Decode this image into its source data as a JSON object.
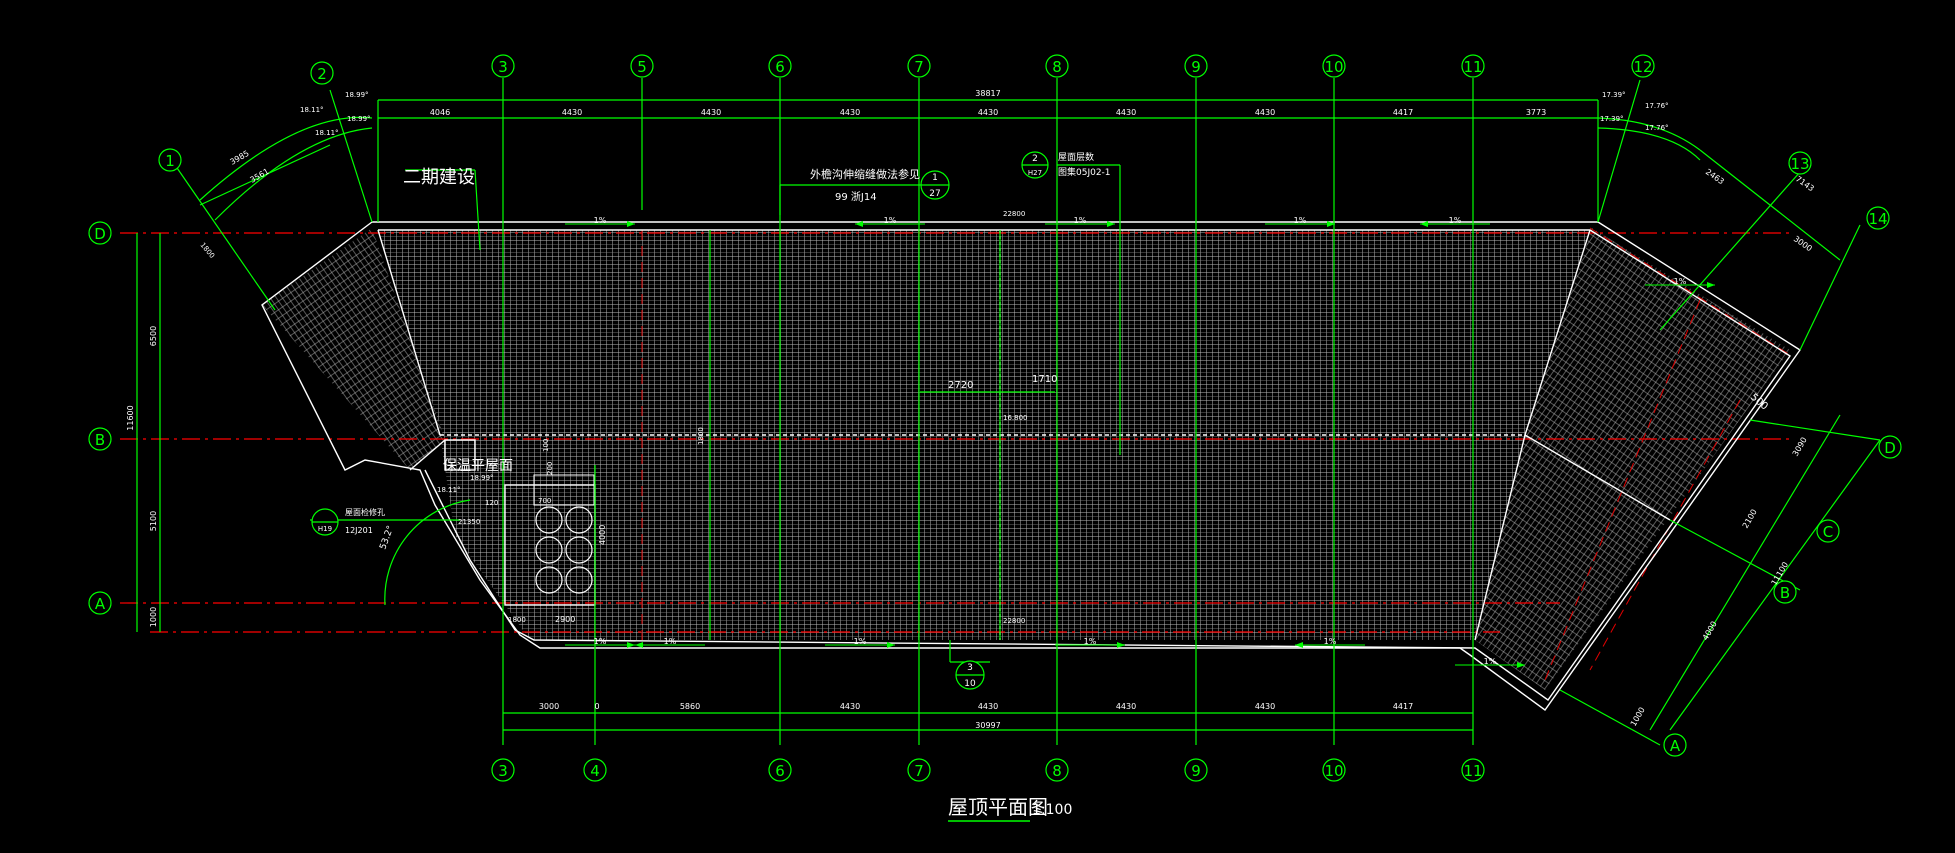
{
  "title": "屋顶平面图",
  "scale": "1:100",
  "notes": {
    "phase2": "二期建设",
    "gutter": "外檐沟伸缩缝做法参见",
    "gutter_ref": "99 浙J14",
    "gutter_detail_num": "1",
    "gutter_detail_sheet": "27",
    "roof_ref_label": "屋面层数",
    "roof_ref_code": "图集05J02-1",
    "roof_ref_num": "2",
    "roof_ref_sheet": "H27",
    "insulated_roof": "保温平屋面",
    "roof_hole": "屋面检修孔",
    "roof_hole_ref": "12J201",
    "roof_hole_detail": "H19",
    "bottom_detail_num": "3",
    "bottom_detail_sheet": "10"
  },
  "axes_top": [
    "2",
    "3",
    "5",
    "6",
    "7",
    "8",
    "9",
    "10",
    "11",
    "12"
  ],
  "axes_bottom": [
    "3",
    "4",
    "6",
    "7",
    "8",
    "9",
    "10",
    "11"
  ],
  "axes_left": [
    "D",
    "B",
    "A"
  ],
  "axes_right_diag": [
    "13",
    "14"
  ],
  "axes_right_letters": [
    "D",
    "C",
    "B",
    "A"
  ],
  "axes_left_diag": [
    "1"
  ],
  "dims_top": [
    "4046",
    "4430",
    "4430",
    "4430",
    "4430",
    "4430",
    "4430",
    "4417",
    "3773"
  ],
  "dim_top_total": "38817",
  "dims_bottom": [
    "3000",
    "0",
    "5860",
    "4430",
    "4430",
    "4430",
    "4430",
    "4417"
  ],
  "dim_bottom_total": "30997",
  "dims_left": [
    "6500",
    "5100",
    "1000"
  ],
  "dim_left_total": "11600",
  "dims_right": [
    "3090",
    "2100",
    "4000",
    "1000"
  ],
  "dim_right_total": "11100",
  "dims_misc": {
    "d2720": "2720",
    "d1710": "1710",
    "d2900": "2900",
    "d4000": "4000",
    "d1800": "1800",
    "d22800a": "22800",
    "d22800b": "22800",
    "d100": "100",
    "d200": "200",
    "d700": "700",
    "d120": "120",
    "d21350": "21350",
    "angle53": "53.2°",
    "angle1899": "18.99°",
    "angle1811": "18.11°",
    "angle1739": "17.39°",
    "angle1776": "17.76°",
    "d3985": "3985",
    "d3561": "3561",
    "d7143": "7143",
    "d2463": "2463",
    "d3000r": "3000",
    "d500": "500",
    "elev": "16.800"
  },
  "slopes": [
    "1%",
    "1%",
    "1%",
    "1%",
    "1%",
    "1%",
    "1%",
    "1%",
    "1%",
    "1%",
    "1%",
    "1%"
  ],
  "colors": {
    "line": "#00ff00",
    "outline": "#ffffff",
    "axis": "#ff0000",
    "bg": "#000000"
  }
}
